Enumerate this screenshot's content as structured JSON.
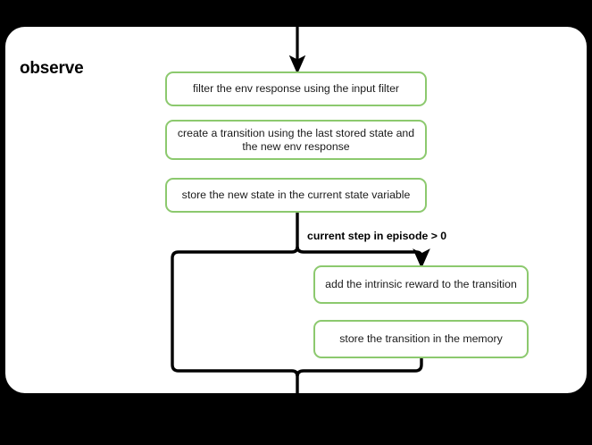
{
  "diagram": {
    "title": "observe",
    "type": "flowchart",
    "background_color": "#000000",
    "group": {
      "name": "observe",
      "border_style": "dashed",
      "border_color": "#ffffff",
      "fill_color": "#ffffff"
    },
    "node_style": {
      "border_color": "#8CC96E",
      "fill_color": "#ffffff",
      "text_color": "#1a1a1a"
    },
    "connector_color": "#000000",
    "nodes": [
      {
        "id": "filter",
        "label": "filter the env response using the input filter"
      },
      {
        "id": "create",
        "label": "create a transition using the last stored state and the new env response"
      },
      {
        "id": "store_state",
        "label": "store the new state in the current state variable"
      },
      {
        "id": "intrinsic",
        "label": "add the intrinsic reward to the transition"
      },
      {
        "id": "store_memory",
        "label": "store the transition in the memory"
      }
    ],
    "edges": [
      {
        "id": "entry",
        "from": "external",
        "to": "filter",
        "label": ""
      },
      {
        "id": "branch",
        "from": "store_state",
        "to": "intrinsic",
        "label": "current step in episode > 0"
      },
      {
        "id": "skip",
        "from": "store_state",
        "to": "merge",
        "label": ""
      },
      {
        "id": "rejoin",
        "from": "store_memory",
        "to": "merge",
        "label": ""
      }
    ],
    "condition_label": "current step in episode > 0"
  }
}
